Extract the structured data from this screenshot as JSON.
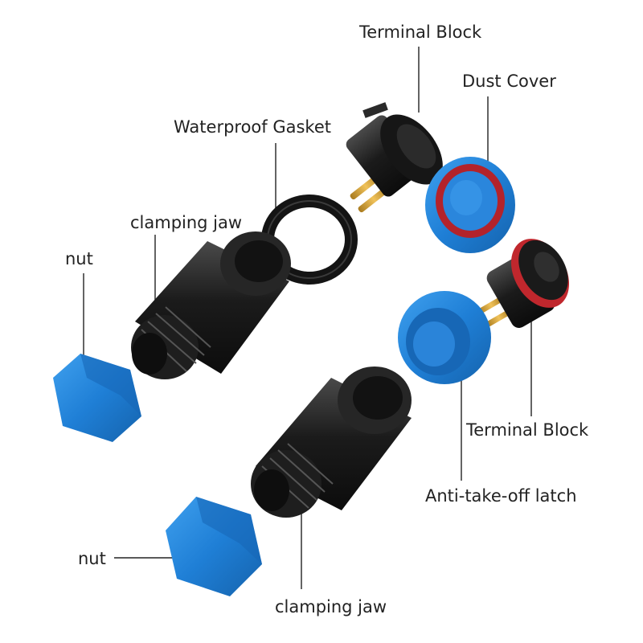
{
  "labels": {
    "terminal_block_top": "Terminal Block",
    "dust_cover": "Dust Cover",
    "waterproof_gasket": "Waterproof Gasket",
    "clamping_jaw_top": "clamping jaw",
    "nut_top": "nut",
    "terminal_block_right": "Terminal Block",
    "anti_take_off_latch": "Anti-take-off latch",
    "nut_bottom": "nut",
    "clamping_jaw_bottom": "clamping jaw"
  },
  "colors": {
    "body_black": "#1b1b1b",
    "cap_blue": "#1f7fd6",
    "pin_gold": "#d4a23a",
    "seal_red": "#c0272d",
    "leader": "#222222"
  }
}
